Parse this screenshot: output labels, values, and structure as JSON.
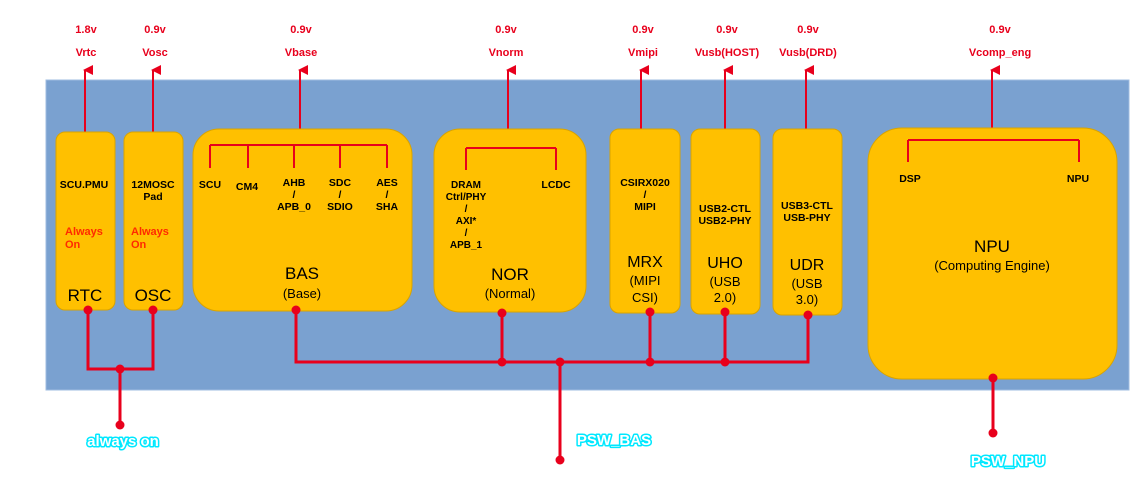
{
  "colors": {
    "background_panel": "#7aa1d0",
    "block_fill": "#ffc000",
    "wire": "#e8001c",
    "accent_text": "#ff2a00",
    "label_text": "#000000",
    "glow_text": "#ffffff",
    "glow_stroke": "#00e8ff"
  },
  "rails": [
    {
      "voltage": "1.8v",
      "name": "Vrtc"
    },
    {
      "voltage": "0.9v",
      "name": "Vosc"
    },
    {
      "voltage": "0.9v",
      "name": "Vbase"
    },
    {
      "voltage": "0.9v",
      "name": "Vnorm"
    },
    {
      "voltage": "0.9v",
      "name": "Vmipi"
    },
    {
      "voltage": "0.9v",
      "name": "Vusb(HOST)"
    },
    {
      "voltage": "0.9v",
      "name": "Vusb(DRD)"
    },
    {
      "voltage": "0.9v",
      "name": "Vcomp_eng"
    }
  ],
  "domains": {
    "rtc": {
      "title": "RTC",
      "items": [
        "SCU.PMU"
      ],
      "always_on": [
        "Always",
        "On"
      ]
    },
    "osc": {
      "title": "OSC",
      "items": [
        "12MOSC",
        "Pad"
      ],
      "always_on": [
        "Always",
        "On"
      ]
    },
    "bas": {
      "title": "BAS",
      "subtitle": "(Base)",
      "items": [
        {
          "lines": [
            "SCU"
          ]
        },
        {
          "lines": [
            "CM4"
          ]
        },
        {
          "lines": [
            "AHB",
            "/",
            "APB_0"
          ]
        },
        {
          "lines": [
            "SDC",
            "/",
            "SDIO"
          ]
        },
        {
          "lines": [
            "AES",
            "/",
            "SHA"
          ]
        }
      ]
    },
    "nor": {
      "title": "NOR",
      "subtitle": "(Normal)",
      "items": [
        {
          "lines": [
            "DRAM",
            "Ctrl/PHY",
            "/",
            "AXI*",
            "/",
            "APB_1"
          ]
        },
        {
          "lines": [
            "LCDC"
          ]
        }
      ]
    },
    "mrx": {
      "title_lines": [
        "MRX",
        "(MIPI",
        "CSI)"
      ],
      "items": [
        "CSIRX020",
        "/",
        "MIPI"
      ]
    },
    "uho": {
      "title_lines": [
        "UHO",
        "(USB",
        "2.0)"
      ],
      "items": [
        "USB2-CTL",
        "USB2-PHY"
      ]
    },
    "udr": {
      "title_lines": [
        "UDR",
        "(USB",
        "3.0)"
      ],
      "items": [
        "USB3-CTL",
        "USB-PHY"
      ]
    },
    "npu": {
      "title": "NPU",
      "subtitle": "(Computing Engine)",
      "items": [
        {
          "lines": [
            "DSP"
          ]
        },
        {
          "lines": [
            "NPU"
          ]
        }
      ]
    }
  },
  "switches": {
    "always_on": "always on",
    "psw_bas": "PSW_BAS",
    "psw_npu": "PSW_NPU"
  }
}
